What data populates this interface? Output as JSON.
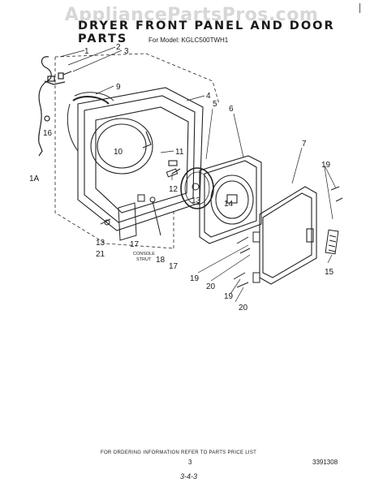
{
  "watermark": "AppliancePartsPros.com",
  "title": "DRYER FRONT PANEL AND DOOR PARTS",
  "subtitle": "For Model: KGLC500TWH1",
  "callouts": {
    "c1": "1",
    "c2": "2",
    "c3": "3",
    "c4": "4",
    "c5": "5",
    "c6": "6",
    "c7": "7",
    "c9": "9",
    "c10": "10",
    "c11": "11",
    "c12": "12",
    "c13a": "13",
    "c13b": "13",
    "c14": "14",
    "c15": "15",
    "c16": "16",
    "c17a": "17",
    "c17b": "17",
    "c18": "18",
    "c19a": "19",
    "c19b": "19",
    "c19c": "19",
    "c20a": "20",
    "c20b": "20",
    "c21": "21",
    "c1a": "1A"
  },
  "console_strut_label_line1": "CONSOLE",
  "console_strut_label_line2": "STRUT",
  "footer_note": "FOR ORDERING INFORMATION REFER TO PARTS PRICE LIST",
  "page_number": "3",
  "document_number": "3391308",
  "sheet_reference": "3-4-3"
}
